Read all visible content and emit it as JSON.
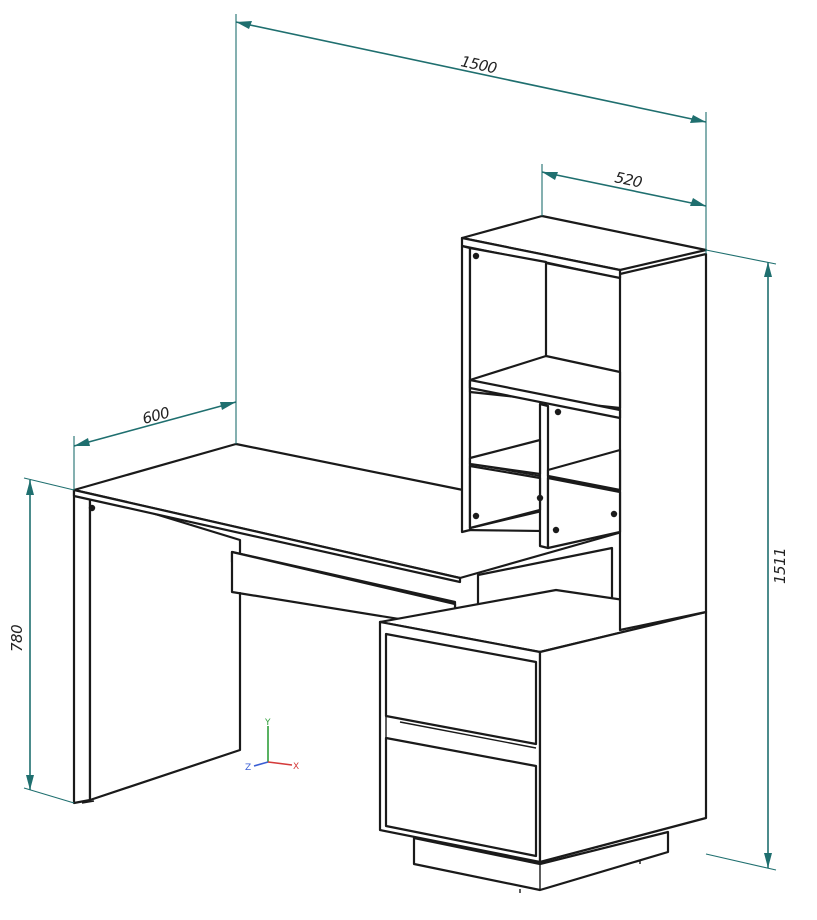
{
  "dimensions": {
    "total_width": "1500",
    "depth": "600",
    "shelf_width": "520",
    "total_height": "1511",
    "desk_height": "780"
  },
  "axes": {
    "x": "X",
    "y": "Y",
    "z": "Z"
  },
  "colors": {
    "dimension": "#1f6f6f",
    "axis_x": "#d43a3a",
    "axis_y": "#2f9e3a",
    "axis_z": "#3a5ed4",
    "outline": "#1a1a1a"
  }
}
